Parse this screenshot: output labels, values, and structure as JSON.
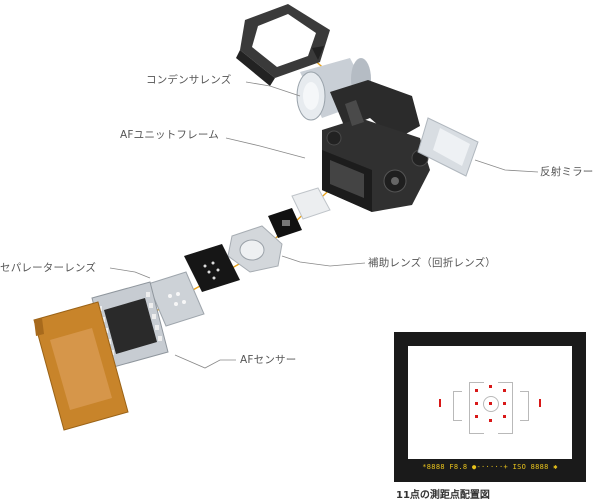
{
  "labels": {
    "condenser_lens": "コンデンサレンズ",
    "af_unit_frame": "AFユニットフレーム",
    "reflex_mirror": "反射ミラー",
    "auxiliary_lens": "補助レンズ（回折レンズ）",
    "separator_lens": "セパレーターレンズ",
    "af_sensor": "AFセンサー"
  },
  "viewfinder": {
    "caption": "11点の測距点配置図",
    "status_text": "*8888 F8.8 ●-·····+ ISO 8888 ✱"
  },
  "colors": {
    "optical_path": "#e8a21a",
    "af_point": "#d81818",
    "status_text": "#e8c21b",
    "viewfinder_frame": "#1a1a1a",
    "sensor_board": "#c8842a"
  }
}
